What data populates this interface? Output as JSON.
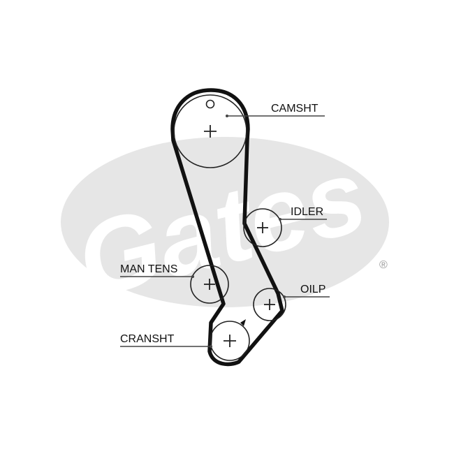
{
  "watermark": {
    "brand": "Gates",
    "registered_mark": "®",
    "ellipse_color": "#e6e6e6",
    "text_color": "#ffffff"
  },
  "colors": {
    "belt": "#111111",
    "pulley_stroke": "#222222",
    "leader": "#444444"
  },
  "labels": {
    "camshaft": "CAMSHT",
    "idler": "IDLER",
    "man_tens": "MAN TENS",
    "oil_pump": "OILP",
    "crankshaft": "CRANSHT"
  }
}
